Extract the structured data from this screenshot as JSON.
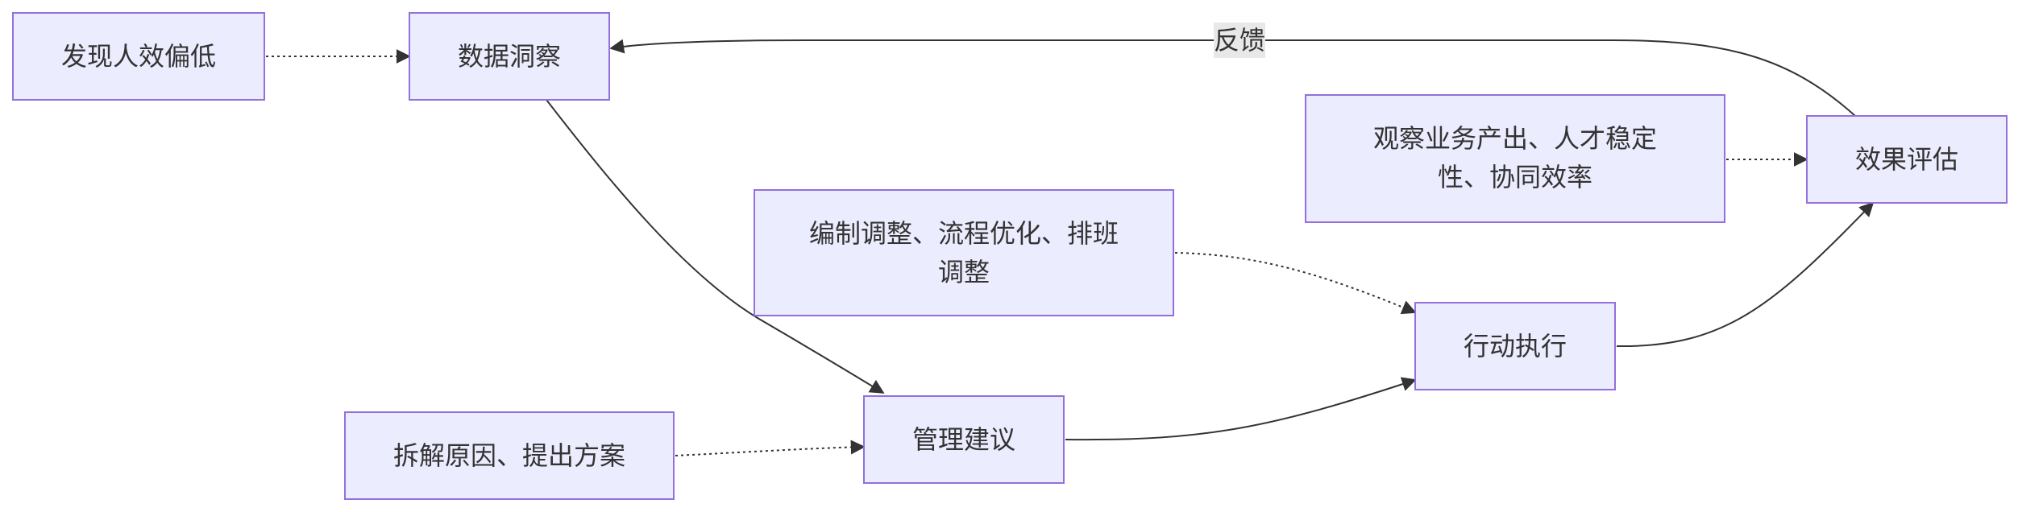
{
  "nodes": {
    "discover": {
      "label": "发现人效偏低"
    },
    "insight": {
      "label": "数据洞察"
    },
    "breakdown": {
      "label": "拆解原因、提出方案"
    },
    "advice": {
      "label": "管理建议"
    },
    "adjust": {
      "lines": [
        "编制调整、流程优化、排班",
        "调整"
      ]
    },
    "execute": {
      "label": "行动执行"
    },
    "observe": {
      "lines": [
        "观察业务产出、人才稳定",
        "性、协同效率"
      ]
    },
    "evaluate": {
      "label": "效果评估"
    }
  },
  "edges": {
    "feedback_label": "反馈"
  },
  "colors": {
    "node_fill": "#ECECFF",
    "node_stroke": "#9370DB",
    "edge": "#333333",
    "text": "#333333",
    "label_bg": "#e8e8e8"
  }
}
